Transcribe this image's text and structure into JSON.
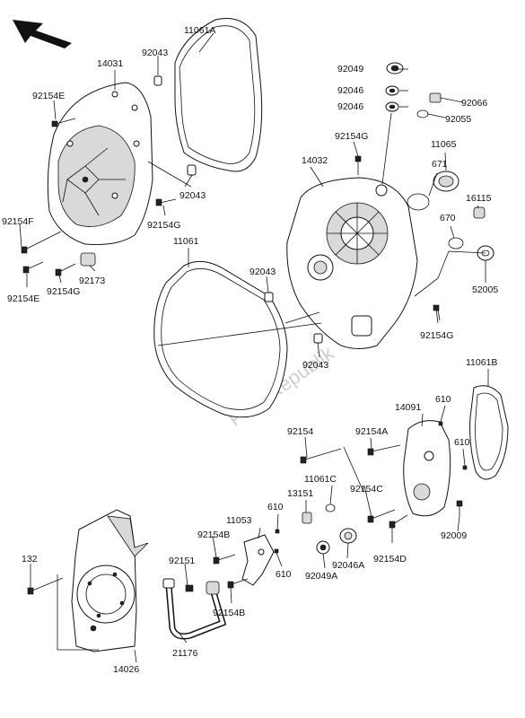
{
  "watermark": "PartsRepublik",
  "labels": {
    "l11061A": "11061A",
    "l92043a": "92043",
    "l14031": "14031",
    "l92154E_top": "92154E",
    "l92043b": "92043",
    "l92154F": "92154F",
    "l92154G_a": "92154G",
    "l92173": "92173",
    "l92154G_b": "92154G",
    "l92154E_bot": "92154E",
    "l11061": "11061",
    "l92043c": "92043",
    "l92043d": "92043",
    "l92049": "92049",
    "l92046a": "92046",
    "l92046b": "92046",
    "l92066": "92066",
    "l92055": "92055",
    "l92154G_c": "92154G",
    "l11065": "11065",
    "l14032": "14032",
    "l671": "671",
    "l16115": "16115",
    "l670": "670",
    "l52005": "52005",
    "l92154G_d": "92154G",
    "l11061B": "11061B",
    "l14091": "14091",
    "l610a": "610",
    "l92154": "92154",
    "l92154A": "92154A",
    "l610b": "610",
    "l11061C": "11061C",
    "l13151": "13151",
    "l92154C": "92154C",
    "l11053": "11053",
    "l610c": "610",
    "l92154B_a": "92154B",
    "l92009": "92009",
    "l132": "132",
    "l92151": "92151",
    "l610d": "610",
    "l92049A": "92049A",
    "l92046A": "92046A",
    "l92154D": "92154D",
    "l92154B_b": "92154B",
    "l21176": "21176",
    "l14026": "14026"
  }
}
